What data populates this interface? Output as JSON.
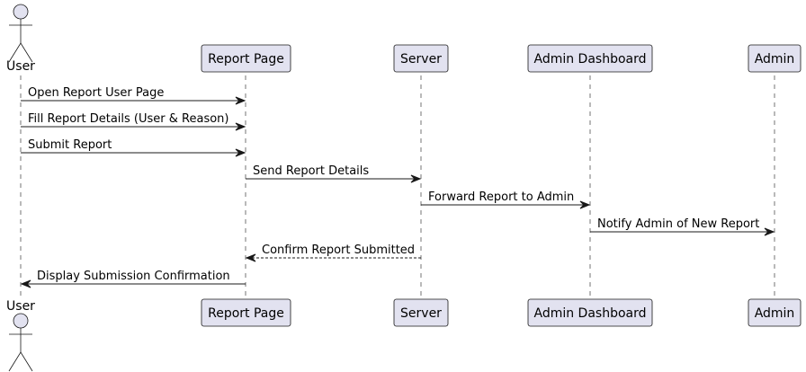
{
  "diagram": {
    "type": "sequence",
    "participants": [
      {
        "id": "user",
        "label": "User",
        "kind": "actor"
      },
      {
        "id": "report_page",
        "label": "Report Page",
        "kind": "participant"
      },
      {
        "id": "server",
        "label": "Server",
        "kind": "participant"
      },
      {
        "id": "admin_dashboard",
        "label": "Admin Dashboard",
        "kind": "participant"
      },
      {
        "id": "admin",
        "label": "Admin",
        "kind": "participant"
      }
    ],
    "messages": [
      {
        "from": "user",
        "to": "report_page",
        "label": "Open Report User Page",
        "style": "solid"
      },
      {
        "from": "user",
        "to": "report_page",
        "label": "Fill Report Details (User & Reason)",
        "style": "solid"
      },
      {
        "from": "user",
        "to": "report_page",
        "label": "Submit Report",
        "style": "solid"
      },
      {
        "from": "report_page",
        "to": "server",
        "label": "Send Report Details",
        "style": "solid"
      },
      {
        "from": "server",
        "to": "admin_dashboard",
        "label": "Forward Report to Admin",
        "style": "solid"
      },
      {
        "from": "admin_dashboard",
        "to": "admin",
        "label": "Notify Admin of New Report",
        "style": "solid"
      },
      {
        "from": "server",
        "to": "report_page",
        "label": "Confirm Report Submitted",
        "style": "dashed"
      },
      {
        "from": "report_page",
        "to": "user",
        "label": "Display Submission Confirmation",
        "style": "solid"
      }
    ]
  },
  "colors": {
    "participant_fill": "#e2e2f0",
    "stroke": "#181818",
    "background": "#ffffff"
  }
}
